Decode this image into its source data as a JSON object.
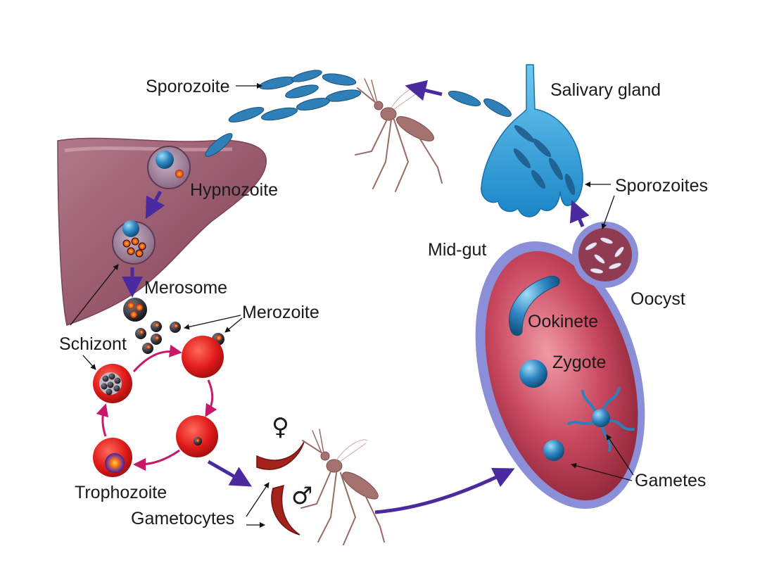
{
  "diagram": {
    "labels": {
      "sporozoite": "Sporozoite",
      "salivary_gland": "Salivary gland",
      "hypnozoite": "Hypnozoite",
      "sporozoites": "Sporozoites",
      "mid_gut": "Mid-gut",
      "merosome": "Merosome",
      "merozoite": "Merozoite",
      "oocyst": "Oocyst",
      "schizont": "Schizont",
      "ookinete": "Ookinete",
      "zygote": "Zygote",
      "trophozoite": "Trophozoite",
      "gametocytes": "Gametocytes",
      "gametes": "Gametes",
      "female_symbol": "♀",
      "male_symbol": "♂"
    },
    "colors": {
      "liver": "#9c5f74",
      "rbc": "#e01b1b",
      "cycle_arrow": "#c8186a",
      "flow_arrow": "#4b2aa0",
      "sporozoite": "#2f7fb8",
      "gland": "#2aa3dc",
      "midgut_fill": "#c24c62",
      "midgut_rim": "#8a8fd8",
      "gametocyte": "#a3221c",
      "mosquito": "#9a6a66"
    }
  }
}
